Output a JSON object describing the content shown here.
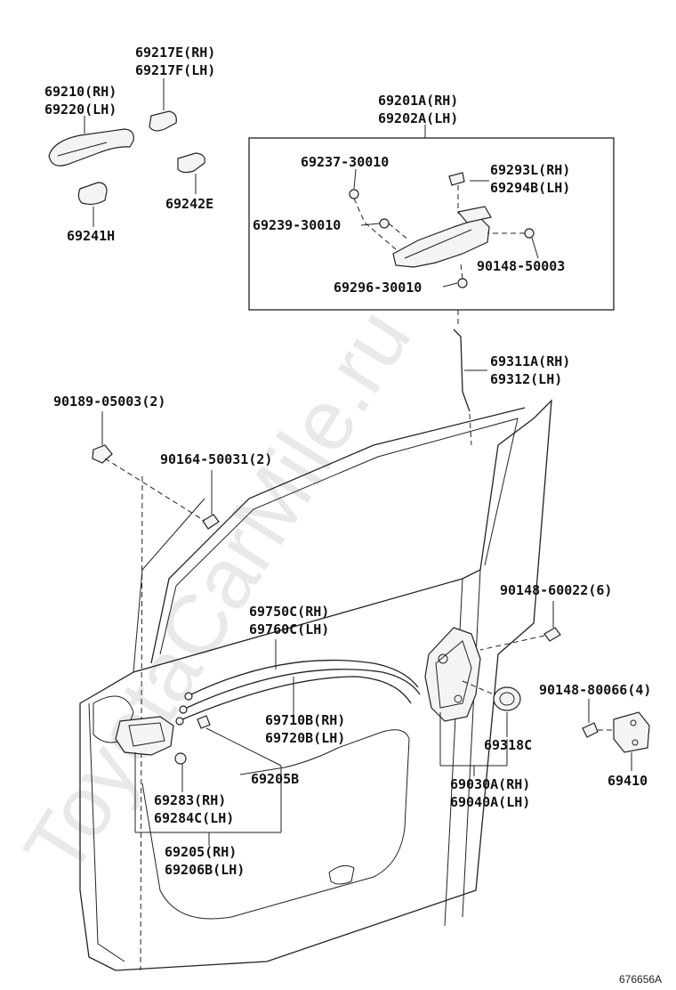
{
  "watermark": "ToyotaCarMile.ru",
  "figure_number": "676656A",
  "labels": {
    "l_69217": [
      "69217E(RH)",
      "69217F(LH)"
    ],
    "l_69210": [
      "69210(RH)",
      "69220(LH)"
    ],
    "l_69241": [
      "69241H"
    ],
    "l_69242": [
      "69242E"
    ],
    "l_69201": [
      "69201A(RH)",
      "69202A(LH)"
    ],
    "l_69237": [
      "69237-30010"
    ],
    "l_69293": [
      "69293L(RH)",
      "69294B(LH)"
    ],
    "l_69239": [
      "69239-30010"
    ],
    "l_90148_50003": [
      "90148-50003"
    ],
    "l_69296": [
      "69296-30010"
    ],
    "l_69311": [
      "69311A(RH)",
      "69312(LH)"
    ],
    "l_90189": [
      "90189-05003(2)"
    ],
    "l_90164": [
      "90164-50031(2)"
    ],
    "l_90148_60022": [
      "90148-60022(6)"
    ],
    "l_69750": [
      "69750C(RH)",
      "69760C(LH)"
    ],
    "l_90148_80066": [
      "90148-80066(4)"
    ],
    "l_69710": [
      "69710B(RH)",
      "69720B(LH)"
    ],
    "l_69318": [
      "69318C"
    ],
    "l_69205b": [
      "69205B"
    ],
    "l_69030": [
      "69030A(RH)",
      "69040A(LH)"
    ],
    "l_69410": [
      "69410"
    ],
    "l_69283": [
      "69283(RH)",
      "69284C(LH)"
    ],
    "l_69205": [
      "69205(RH)",
      "69206B(LH)"
    ]
  }
}
